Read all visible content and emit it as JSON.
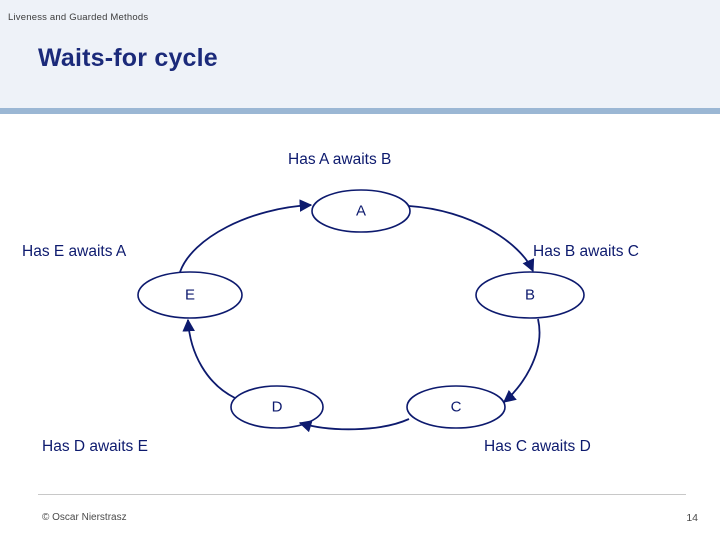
{
  "header": {
    "breadcrumb": "Liveness and Guarded Methods",
    "title": "Waits-for cycle"
  },
  "footer": {
    "copyright": "© Oscar Nierstrasz",
    "page_number": "14"
  },
  "diagram": {
    "type": "directed-cycle-graph",
    "node_color": "#0d1a6e",
    "edge_color": "#0d1a6e",
    "nodes": [
      {
        "id": "A",
        "label": "A"
      },
      {
        "id": "B",
        "label": "B"
      },
      {
        "id": "C",
        "label": "C"
      },
      {
        "id": "D",
        "label": "D"
      },
      {
        "id": "E",
        "label": "E"
      }
    ],
    "edge_labels": [
      {
        "id": "a-awaits-b",
        "text": "Has A awaits B"
      },
      {
        "id": "b-awaits-c",
        "text": "Has B awaits C"
      },
      {
        "id": "c-awaits-d",
        "text": "Has C awaits D"
      },
      {
        "id": "d-awaits-e",
        "text": "Has D awaits E"
      },
      {
        "id": "e-awaits-a",
        "text": "Has E awaits A"
      }
    ]
  }
}
